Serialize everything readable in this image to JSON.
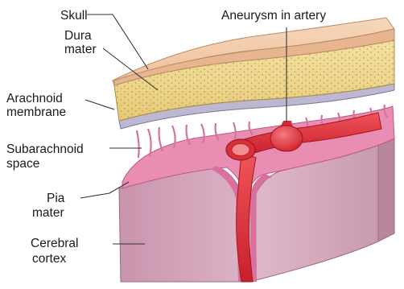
{
  "labels": {
    "skull": "Skull",
    "dura_line1": "Dura",
    "dura_line2": "mater",
    "arachnoid_line1": "Arachnoid",
    "arachnoid_line2": "membrane",
    "subarachnoid_line1": "Subarachnoid",
    "subarachnoid_line2": "space",
    "pia_line1": "Pia",
    "pia_line2": "mater",
    "cortex_line1": "Cerebral",
    "cortex_line2": "cortex",
    "aneurysm": "Aneurysm in artery"
  },
  "colors": {
    "skull": "#f2c9a4",
    "dura": "#efd98e",
    "arachnoid": "#b9b6cc",
    "pia": "#e98db3",
    "cortex": "#d2a6b9",
    "artery": "#e5343c",
    "leader": "#333333"
  }
}
